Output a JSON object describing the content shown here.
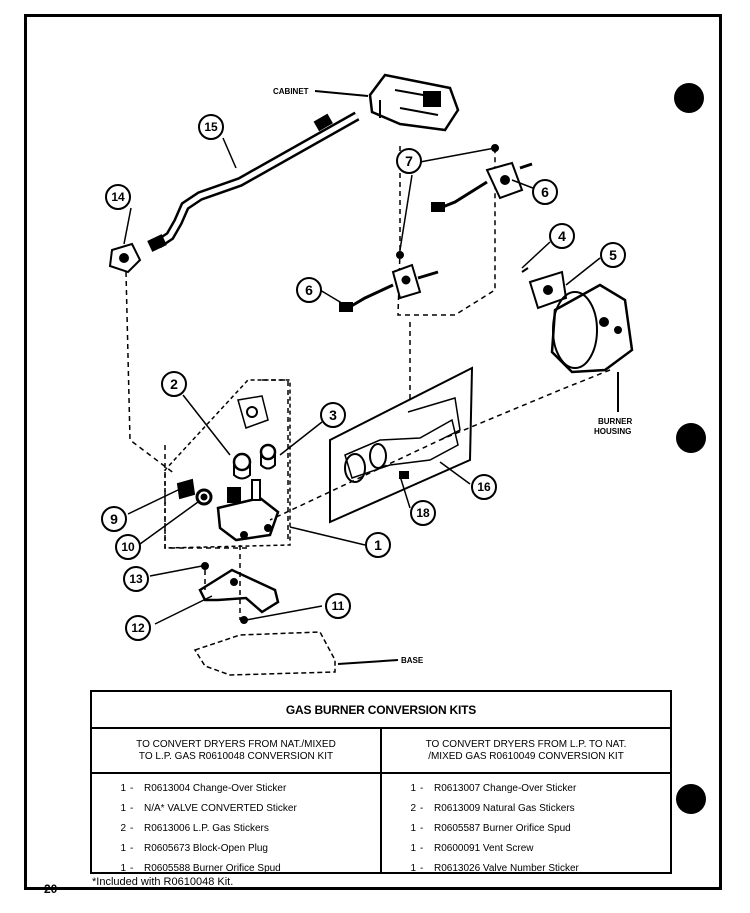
{
  "diagram": {
    "callouts": [
      "1",
      "2",
      "3",
      "4",
      "5",
      "6",
      "6",
      "7",
      "9",
      "10",
      "11",
      "12",
      "13",
      "14",
      "15",
      "16",
      "18"
    ],
    "part_labels": {
      "cabinet": "CABINET",
      "burner_housing_1": "BURNER",
      "burner_housing_2": "HOUSING",
      "base": "BASE"
    }
  },
  "kit_table": {
    "title": "GAS BURNER CONVERSION KITS",
    "left": {
      "header_line1": "TO CONVERT DRYERS FROM  NAT./MIXED",
      "header_line2": "TO L.P. GAS R0610048 CONVERSION KIT",
      "rows": [
        {
          "qty": "1",
          "text": "R0613004  Change-Over Sticker"
        },
        {
          "qty": "1",
          "text": "N/A* VALVE CONVERTED Sticker"
        },
        {
          "qty": "2",
          "text": "R0613006  L.P. Gas Stickers"
        },
        {
          "qty": "1",
          "text": "R0605673  Block-Open Plug"
        },
        {
          "qty": "1",
          "text": "R0605588 Burner Orifice Spud"
        }
      ]
    },
    "right": {
      "header_line1": "TO CONVERT DRYERS FROM L.P. TO NAT.",
      "header_line2": "/MIXED GAS R0610049 CONVERSION KIT",
      "rows": [
        {
          "qty": "1",
          "text": "R0613007 Change-Over Sticker"
        },
        {
          "qty": "2",
          "text": "R0613009 Natural Gas Stickers"
        },
        {
          "qty": "1",
          "text": "R0605587 Burner Orifice Spud"
        },
        {
          "qty": "1",
          "text": "R0600091 Vent Screw"
        },
        {
          "qty": "1",
          "text": "R0613026 Valve Number Sticker"
        }
      ]
    }
  },
  "footnote": "*Included with R0610048 Kit.",
  "page_number": "20"
}
